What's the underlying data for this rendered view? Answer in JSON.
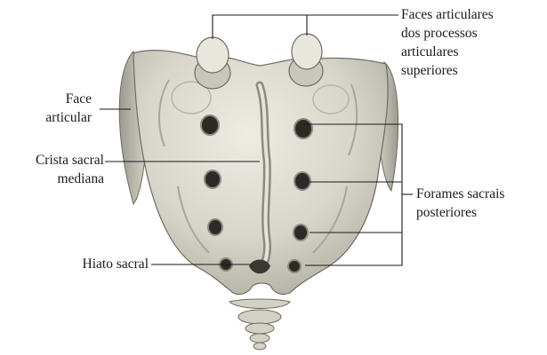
{
  "figure": {
    "labels": {
      "superior": [
        "Faces articulares",
        "dos processos",
        "articulares",
        "superiores"
      ],
      "face_articular": [
        "Face",
        "articular"
      ],
      "crista": [
        "Crista sacral",
        "mediana"
      ],
      "forames": [
        "Forames sacrais",
        "posteriores"
      ],
      "hiato": "Hiato sacral"
    },
    "colors": {
      "bone_fill": "#dcd9cf",
      "bone_shadow": "#a9a699",
      "bone_dark": "#6e6b61",
      "foramen": "#2b2a26",
      "leader_line": "#1a1a1a"
    }
  }
}
